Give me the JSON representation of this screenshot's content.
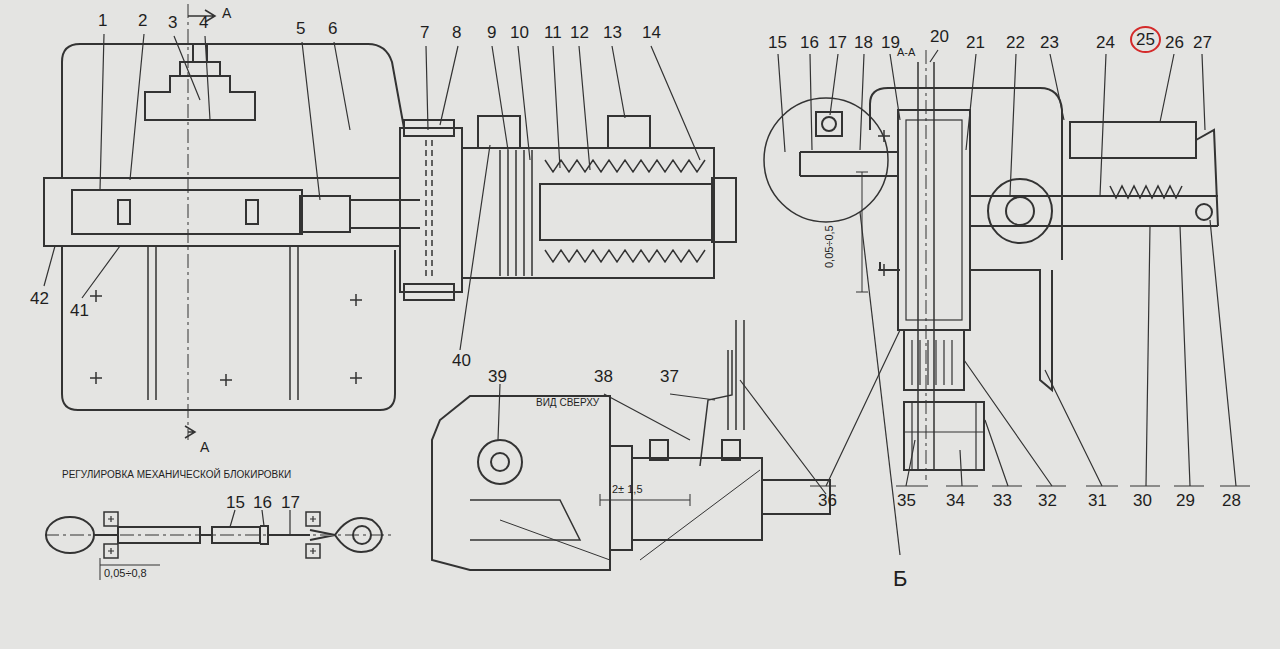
{
  "diagram": {
    "nodes": [
      {
        "text": [
          "25"
        ]
      }
    ],
    "labels": [
      "1",
      "2",
      "3",
      "4",
      "A",
      "5",
      "6",
      "7",
      "8",
      "9",
      "10",
      "11",
      "12",
      "13",
      "14",
      "15",
      "16",
      "17",
      "18",
      "19",
      "20",
      "А-А",
      "21",
      "22",
      "23",
      "24",
      "26",
      "27",
      "42",
      "41",
      "40",
      "A",
      "39",
      "38",
      "37",
      "ВИД СВЕРХУ",
      "36",
      "35",
      "34",
      "33",
      "32",
      "31",
      "30",
      "29",
      "28",
      "Б",
      "РЕГУЛИРОВКА МЕХАНИЧЕСКОЙ БЛОКИРОВКИ",
      "15",
      "16",
      "17",
      "0,05÷0,8",
      "2± 1,5",
      "0,05÷0,5"
    ]
  }
}
